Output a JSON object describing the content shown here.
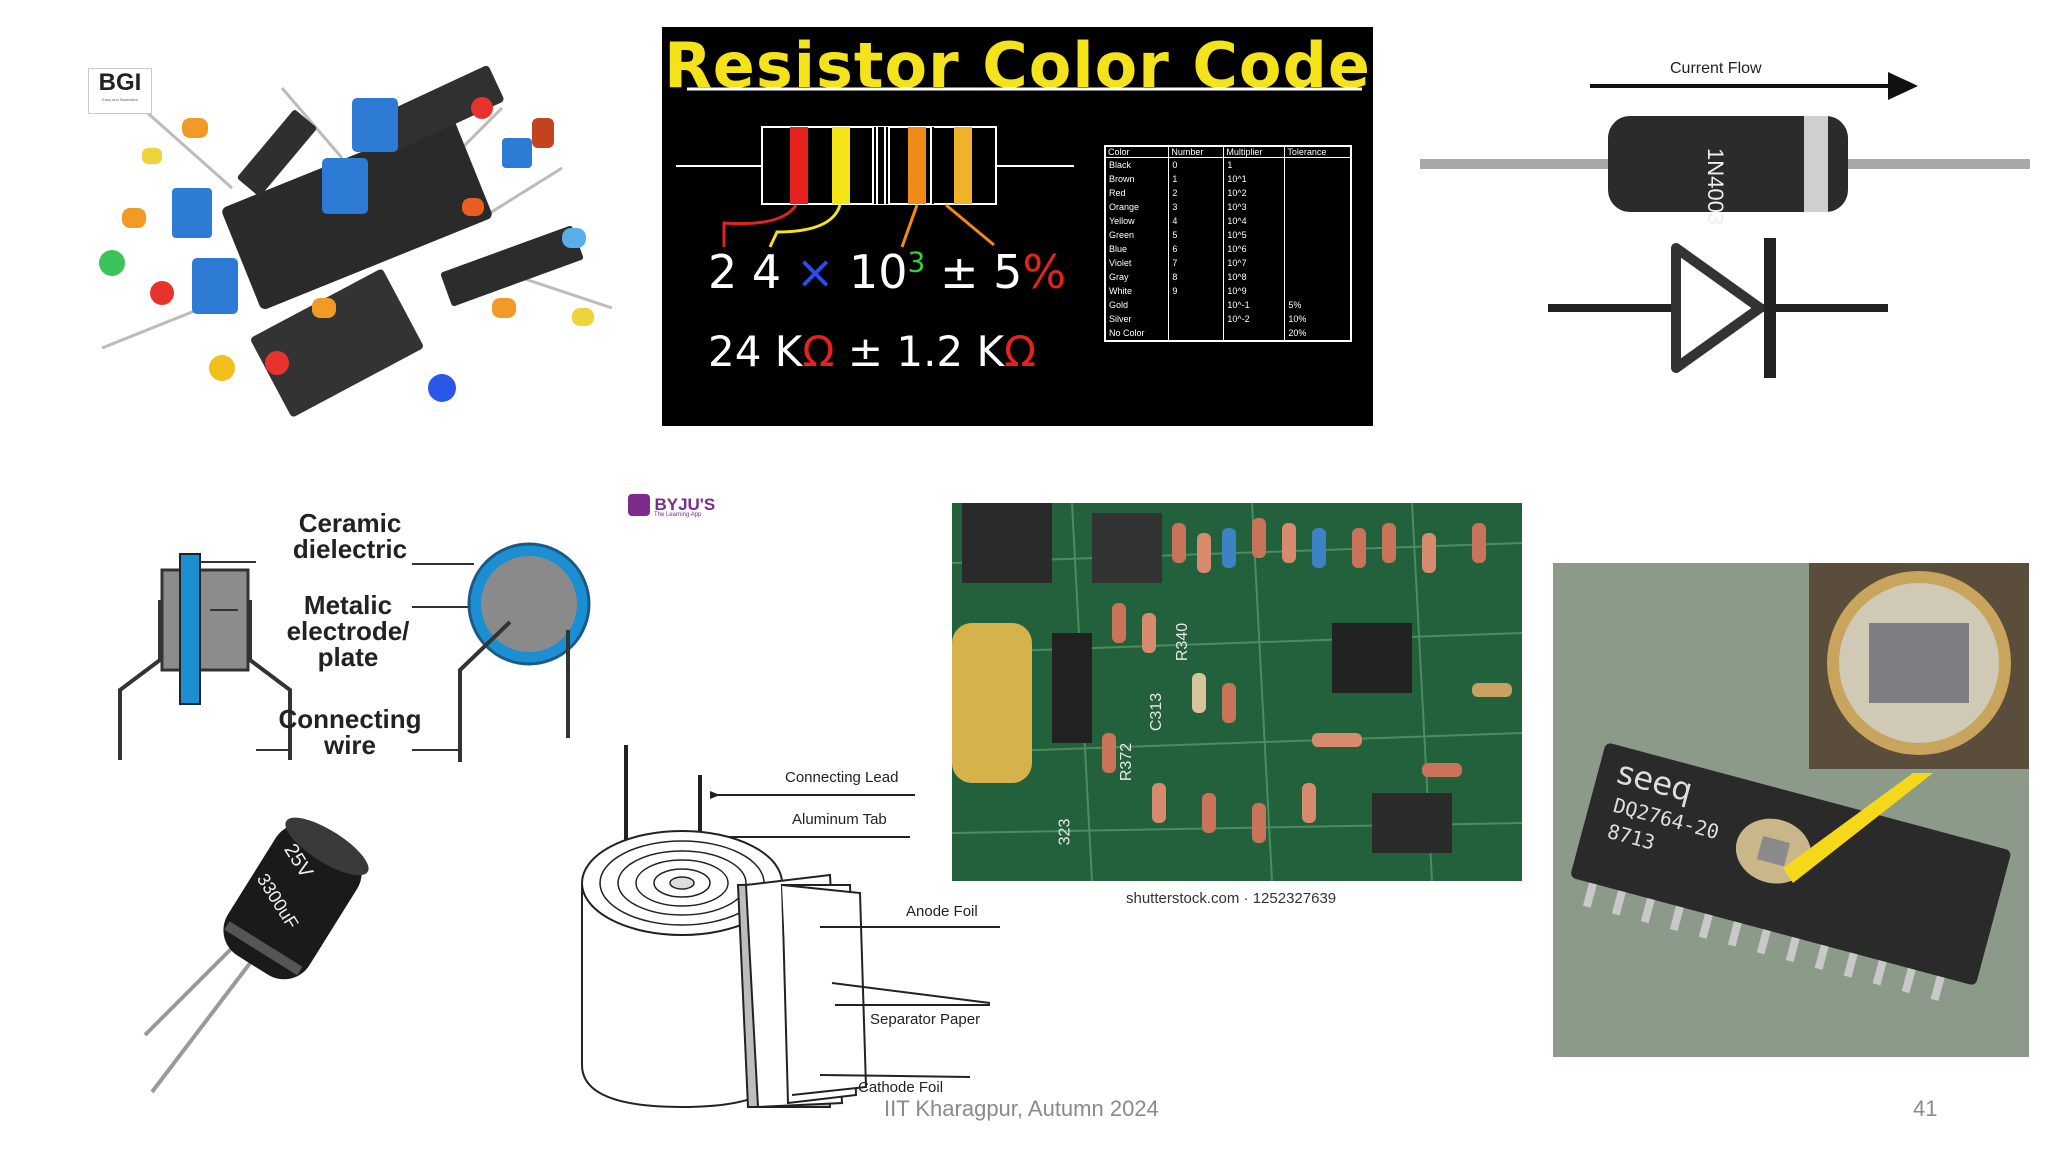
{
  "slide": {
    "footer": "IIT Kharagpur, Autumn 2024",
    "page_number": "41"
  },
  "components_photo": {
    "logo_text": "BGI",
    "logo_subtext": "Easy and Illustrative"
  },
  "resistor_code": {
    "title": "Resistor Color Code",
    "calc_line1": [
      "2",
      "4",
      "×",
      "10",
      "3",
      "±",
      "5",
      "%"
    ],
    "calc_line2": [
      "24 K",
      "Ω",
      "± 1.2 K",
      "Ω"
    ],
    "table_headers": [
      "Color",
      "Number",
      "Multiplier",
      "Tolerance"
    ],
    "table_rows": [
      [
        "Black",
        "0",
        "1",
        ""
      ],
      [
        "Brown",
        "1",
        "10^1",
        ""
      ],
      [
        "Red",
        "2",
        "10^2",
        ""
      ],
      [
        "Orange",
        "3",
        "10^3",
        ""
      ],
      [
        "Yellow",
        "4",
        "10^4",
        ""
      ],
      [
        "Green",
        "5",
        "10^5",
        ""
      ],
      [
        "Blue",
        "6",
        "10^6",
        ""
      ],
      [
        "Violet",
        "7",
        "10^7",
        ""
      ],
      [
        "Gray",
        "8",
        "10^8",
        ""
      ],
      [
        "White",
        "9",
        "10^9",
        ""
      ],
      [
        "Gold",
        "",
        "10^-1",
        "5%"
      ],
      [
        "Silver",
        "",
        "10^-2",
        "10%"
      ],
      [
        "No Color",
        "",
        "",
        "20%"
      ]
    ]
  },
  "diode": {
    "current_flow": "Current Flow",
    "part_number": "1N4003"
  },
  "ceramic_capacitor": {
    "label_dielectric": [
      "Ceramic",
      "dielectric"
    ],
    "label_electrode": [
      "Metalic",
      "electrode/",
      "plate"
    ],
    "label_wire": [
      "Connecting",
      "wire"
    ]
  },
  "electrolytic_photo": {
    "rating": "25V",
    "capacitance": "3300uF"
  },
  "electrolytic_diagram": {
    "brand": "BYJU'S",
    "brand_sub": "The Learning App",
    "labels": [
      "Connecting Lead",
      "Aluminum Tab",
      "Anode Foil",
      "Separator Paper",
      "Cathode Foil"
    ]
  },
  "pcb_photo": {
    "caption": "shutterstock.com · 1252327639",
    "marks": [
      "R340",
      "C313",
      "R372",
      "323"
    ]
  },
  "eprom_photo": {
    "brand": "seeq",
    "part": "DQ2764-20",
    "date": "8713"
  },
  "colors": {
    "resistor_bg": "#000000",
    "title_yellow": "#f4e21a",
    "cap_blue": "#1b8fd1",
    "gray": "#8c8c8c"
  }
}
